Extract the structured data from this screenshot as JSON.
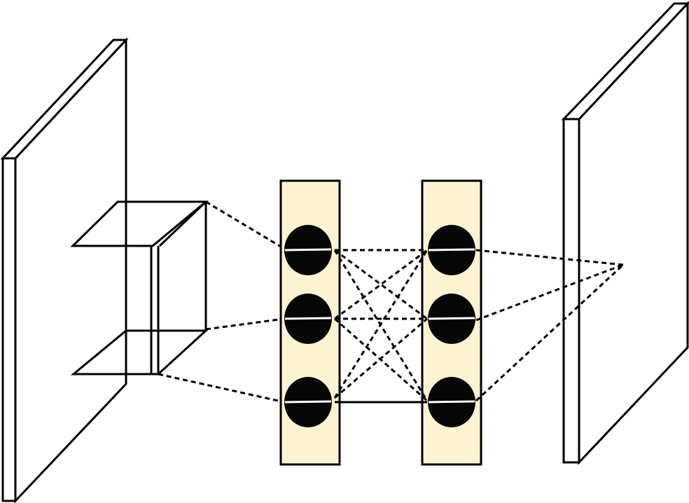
{
  "diagram": {
    "description_free": true,
    "colors": {
      "stroke": "#000000",
      "layer_fill": "#fdf3d2",
      "node_fill": "#060606",
      "background": "#ffffff"
    },
    "layers": [
      {
        "name": "input-plane"
      },
      {
        "name": "hidden-layer-1",
        "nodes": 3
      },
      {
        "name": "hidden-layer-2",
        "nodes": 3
      },
      {
        "name": "output-plane"
      }
    ]
  }
}
